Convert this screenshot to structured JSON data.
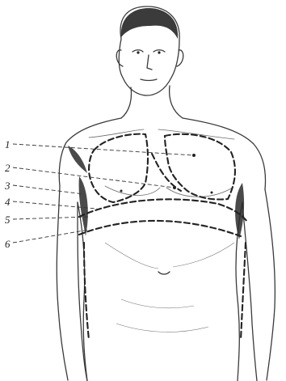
{
  "figure": {
    "callouts": [
      {
        "id": "1",
        "label": "1"
      },
      {
        "id": "2",
        "label": "2"
      },
      {
        "id": "3",
        "label": "3"
      },
      {
        "id": "4",
        "label": "4"
      },
      {
        "id": "5",
        "label": "5"
      },
      {
        "id": "6",
        "label": "6"
      }
    ]
  }
}
